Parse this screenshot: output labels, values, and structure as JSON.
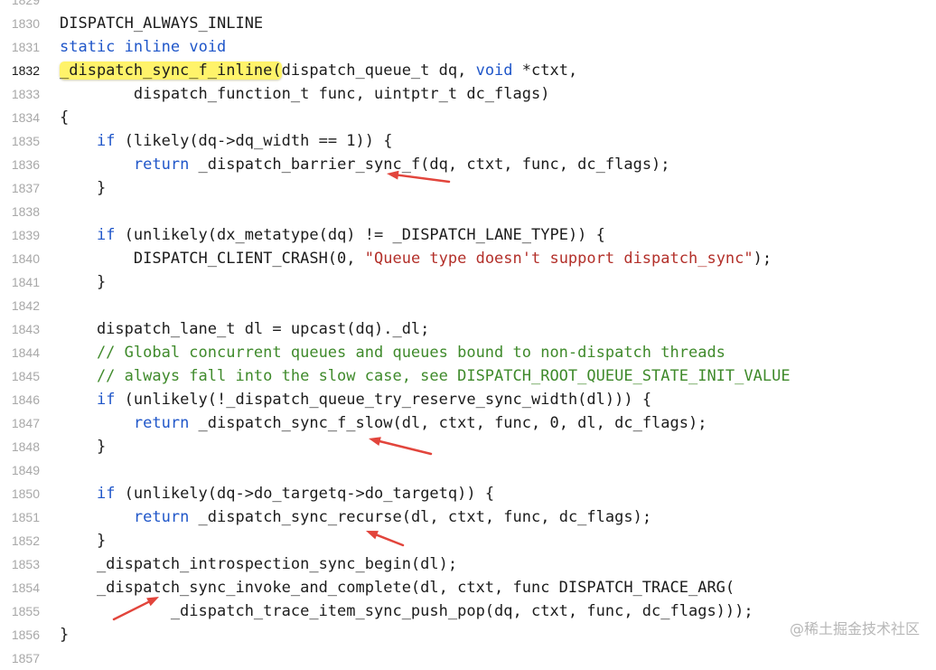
{
  "editor": {
    "lines": [
      {
        "num": "1829",
        "tokens": []
      },
      {
        "num": "1830",
        "tokens": [
          {
            "t": "DISPATCH_ALWAYS_INLINE",
            "c": "pl"
          }
        ]
      },
      {
        "num": "1831",
        "tokens": [
          {
            "t": "static",
            "c": "kw"
          },
          {
            "t": " ",
            "c": "pl"
          },
          {
            "t": "inline",
            "c": "kw"
          },
          {
            "t": " ",
            "c": "pl"
          },
          {
            "t": "void",
            "c": "kw"
          }
        ]
      },
      {
        "num": "1832",
        "current": true,
        "tokens": [
          {
            "t": "_dispatch_sync_f_inline(",
            "c": "pl hl"
          },
          {
            "t": "dispatch_queue_t dq, ",
            "c": "pl"
          },
          {
            "t": "void",
            "c": "kw"
          },
          {
            "t": " *ctxt,",
            "c": "pl"
          }
        ]
      },
      {
        "num": "1833",
        "tokens": [
          {
            "t": "        dispatch_function_t func, uintptr_t dc_flags)",
            "c": "pl"
          }
        ]
      },
      {
        "num": "1834",
        "tokens": [
          {
            "t": "{",
            "c": "pl"
          }
        ]
      },
      {
        "num": "1835",
        "tokens": [
          {
            "t": "    ",
            "c": "pl"
          },
          {
            "t": "if",
            "c": "kw"
          },
          {
            "t": " (likely(dq->dq_width == 1)) {",
            "c": "pl"
          }
        ]
      },
      {
        "num": "1836",
        "tokens": [
          {
            "t": "        ",
            "c": "pl"
          },
          {
            "t": "return",
            "c": "kw"
          },
          {
            "t": " _dispatch_barrier_sync_f(dq, ctxt, func, dc_flags);",
            "c": "pl"
          }
        ]
      },
      {
        "num": "1837",
        "tokens": [
          {
            "t": "    }",
            "c": "pl"
          }
        ]
      },
      {
        "num": "1838",
        "tokens": []
      },
      {
        "num": "1839",
        "tokens": [
          {
            "t": "    ",
            "c": "pl"
          },
          {
            "t": "if",
            "c": "kw"
          },
          {
            "t": " (unlikely(dx_metatype(dq) != _DISPATCH_LANE_TYPE)) {",
            "c": "pl"
          }
        ]
      },
      {
        "num": "1840",
        "tokens": [
          {
            "t": "        DISPATCH_CLIENT_CRASH(0, ",
            "c": "pl"
          },
          {
            "t": "\"Queue type doesn't support dispatch_sync\"",
            "c": "str"
          },
          {
            "t": ");",
            "c": "pl"
          }
        ]
      },
      {
        "num": "1841",
        "tokens": [
          {
            "t": "    }",
            "c": "pl"
          }
        ]
      },
      {
        "num": "1842",
        "tokens": []
      },
      {
        "num": "1843",
        "tokens": [
          {
            "t": "    dispatch_lane_t dl = upcast(dq)._dl;",
            "c": "pl"
          }
        ]
      },
      {
        "num": "1844",
        "tokens": [
          {
            "t": "    // Global concurrent queues and queues bound to non-dispatch threads",
            "c": "cm"
          }
        ]
      },
      {
        "num": "1845",
        "tokens": [
          {
            "t": "    // always fall into the slow case, see DISPATCH_ROOT_QUEUE_STATE_INIT_VALUE",
            "c": "cm"
          }
        ]
      },
      {
        "num": "1846",
        "tokens": [
          {
            "t": "    ",
            "c": "pl"
          },
          {
            "t": "if",
            "c": "kw"
          },
          {
            "t": " (unlikely(!_dispatch_queue_try_reserve_sync_width(dl))) {",
            "c": "pl"
          }
        ]
      },
      {
        "num": "1847",
        "tokens": [
          {
            "t": "        ",
            "c": "pl"
          },
          {
            "t": "return",
            "c": "kw"
          },
          {
            "t": " _dispatch_sync_f_slow(dl, ctxt, func, 0, dl, dc_flags);",
            "c": "pl"
          }
        ]
      },
      {
        "num": "1848",
        "tokens": [
          {
            "t": "    }",
            "c": "pl"
          }
        ]
      },
      {
        "num": "1849",
        "tokens": []
      },
      {
        "num": "1850",
        "tokens": [
          {
            "t": "    ",
            "c": "pl"
          },
          {
            "t": "if",
            "c": "kw"
          },
          {
            "t": " (unlikely(dq->do_targetq->do_targetq)) {",
            "c": "pl"
          }
        ]
      },
      {
        "num": "1851",
        "tokens": [
          {
            "t": "        ",
            "c": "pl"
          },
          {
            "t": "return",
            "c": "kw"
          },
          {
            "t": " _dispatch_sync_recurse(dl, ctxt, func, dc_flags);",
            "c": "pl"
          }
        ]
      },
      {
        "num": "1852",
        "tokens": [
          {
            "t": "    }",
            "c": "pl"
          }
        ]
      },
      {
        "num": "1853",
        "tokens": [
          {
            "t": "    _dispatch_introspection_sync_begin(dl);",
            "c": "pl"
          }
        ]
      },
      {
        "num": "1854",
        "tokens": [
          {
            "t": "    _dispatch_sync_invoke_and_complete(dl, ctxt, func DISPATCH_TRACE_ARG(",
            "c": "pl"
          }
        ]
      },
      {
        "num": "1855",
        "tokens": [
          {
            "t": "            _dispatch_trace_item_sync_push_pop(dq, ctxt, func, dc_flags)));",
            "c": "pl"
          }
        ]
      },
      {
        "num": "1856",
        "tokens": [
          {
            "t": "}",
            "c": "pl"
          }
        ]
      },
      {
        "num": "1857",
        "tokens": []
      }
    ]
  },
  "annotations": {
    "arrow_color": "#e2453c"
  },
  "watermark": {
    "text": "@稀土掘金技术社区"
  }
}
